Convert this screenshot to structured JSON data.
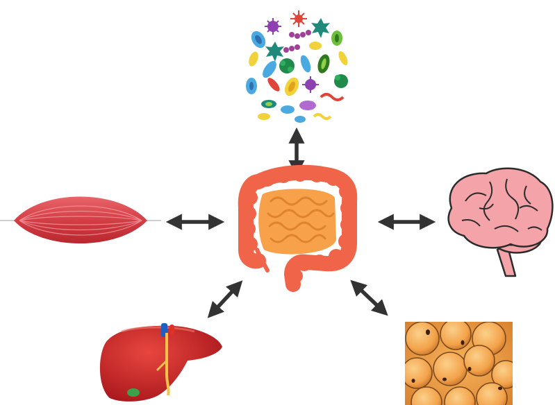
{
  "diagram": {
    "center": {
      "name": "intestine",
      "icon": "intestine-icon"
    },
    "nodes": [
      {
        "name": "microbiota",
        "icon": "microbes-icon"
      },
      {
        "name": "muscle",
        "icon": "muscle-icon"
      },
      {
        "name": "brain",
        "icon": "brain-icon"
      },
      {
        "name": "liver",
        "icon": "liver-icon"
      },
      {
        "name": "adipose-tissue",
        "icon": "fat-cells-icon"
      }
    ],
    "connections": [
      {
        "from": "intestine",
        "to": "microbiota",
        "type": "bidirectional"
      },
      {
        "from": "intestine",
        "to": "muscle",
        "type": "bidirectional"
      },
      {
        "from": "intestine",
        "to": "brain",
        "type": "bidirectional"
      },
      {
        "from": "intestine",
        "to": "liver",
        "type": "bidirectional"
      },
      {
        "from": "intestine",
        "to": "adipose-tissue",
        "type": "bidirectional"
      }
    ],
    "colors": {
      "arrow": "#333333",
      "intestine_outer": "#f0654a",
      "intestine_inner": "#f7a24a",
      "muscle": "#d8434b",
      "brain": "#f4a3a8",
      "brain_outline": "#2b2b2b",
      "liver": "#c81e1e",
      "vessel_blue": "#1f5fbf",
      "gallbladder": "#3aa34a",
      "fat_cells": "#f2a04a"
    }
  }
}
